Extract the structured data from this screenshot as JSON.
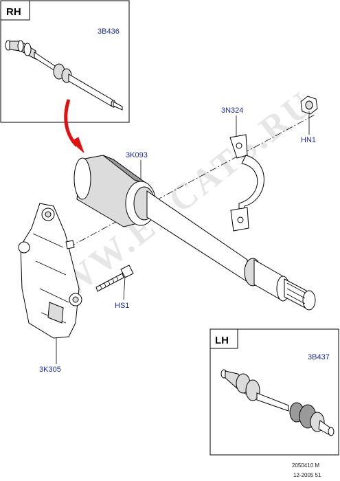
{
  "rh_box": {
    "title": "RH",
    "part_code": "3B436"
  },
  "lh_box": {
    "title": "LH",
    "part_code": "3B437"
  },
  "callouts": {
    "shaft": "3K093",
    "bracket": "3N324",
    "nut": "HN1",
    "bearing_support": "3K305",
    "bolt": "HS1"
  },
  "watermark": "WWW.ELCATS.RU",
  "footer": {
    "line1": "2050410 M",
    "line2": "12-2005 51"
  },
  "colors": {
    "callout_text": "#1a2aa8",
    "arrow": "#e01010",
    "watermark": "#e6e6e6"
  }
}
